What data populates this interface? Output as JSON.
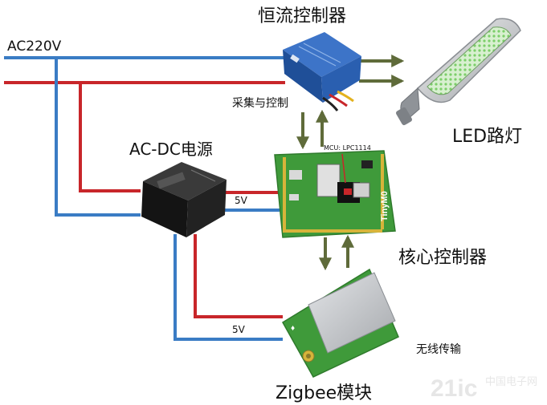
{
  "labels": {
    "ac_input": "AC220V",
    "constant_current_controller": "恒流控制器",
    "acquisition_and_control": "采集与控制",
    "led_street_light": "LED路灯",
    "acdc_power": "AC-DC电源",
    "voltage_core": "5V",
    "voltage_zigbee": "5V",
    "mcu": "MCU: LPC1114",
    "core_board_brand": "TinyM0",
    "core_controller": "核心控制器",
    "wireless_transmission": "无线传输",
    "zigbee_module": "Zigbee模块",
    "watermark_logo": "21ic",
    "watermark_text": "中国电子网"
  },
  "colors": {
    "live_wire": "#c8262a",
    "neutral_wire": "#3a7cc4",
    "arrow": "#5f6b3a",
    "pcb_green": "#3f9a3a",
    "module_silver": "#c9ccd0",
    "driver_blue": "#2a5fb0",
    "psu_black": "#1c1c1c"
  },
  "icons": {
    "driver": "constant-current-driver-icon",
    "street_light": "led-street-light-icon",
    "power_supply": "acdc-power-module-icon",
    "core_board": "core-controller-board-icon",
    "zigbee": "zigbee-module-icon"
  }
}
